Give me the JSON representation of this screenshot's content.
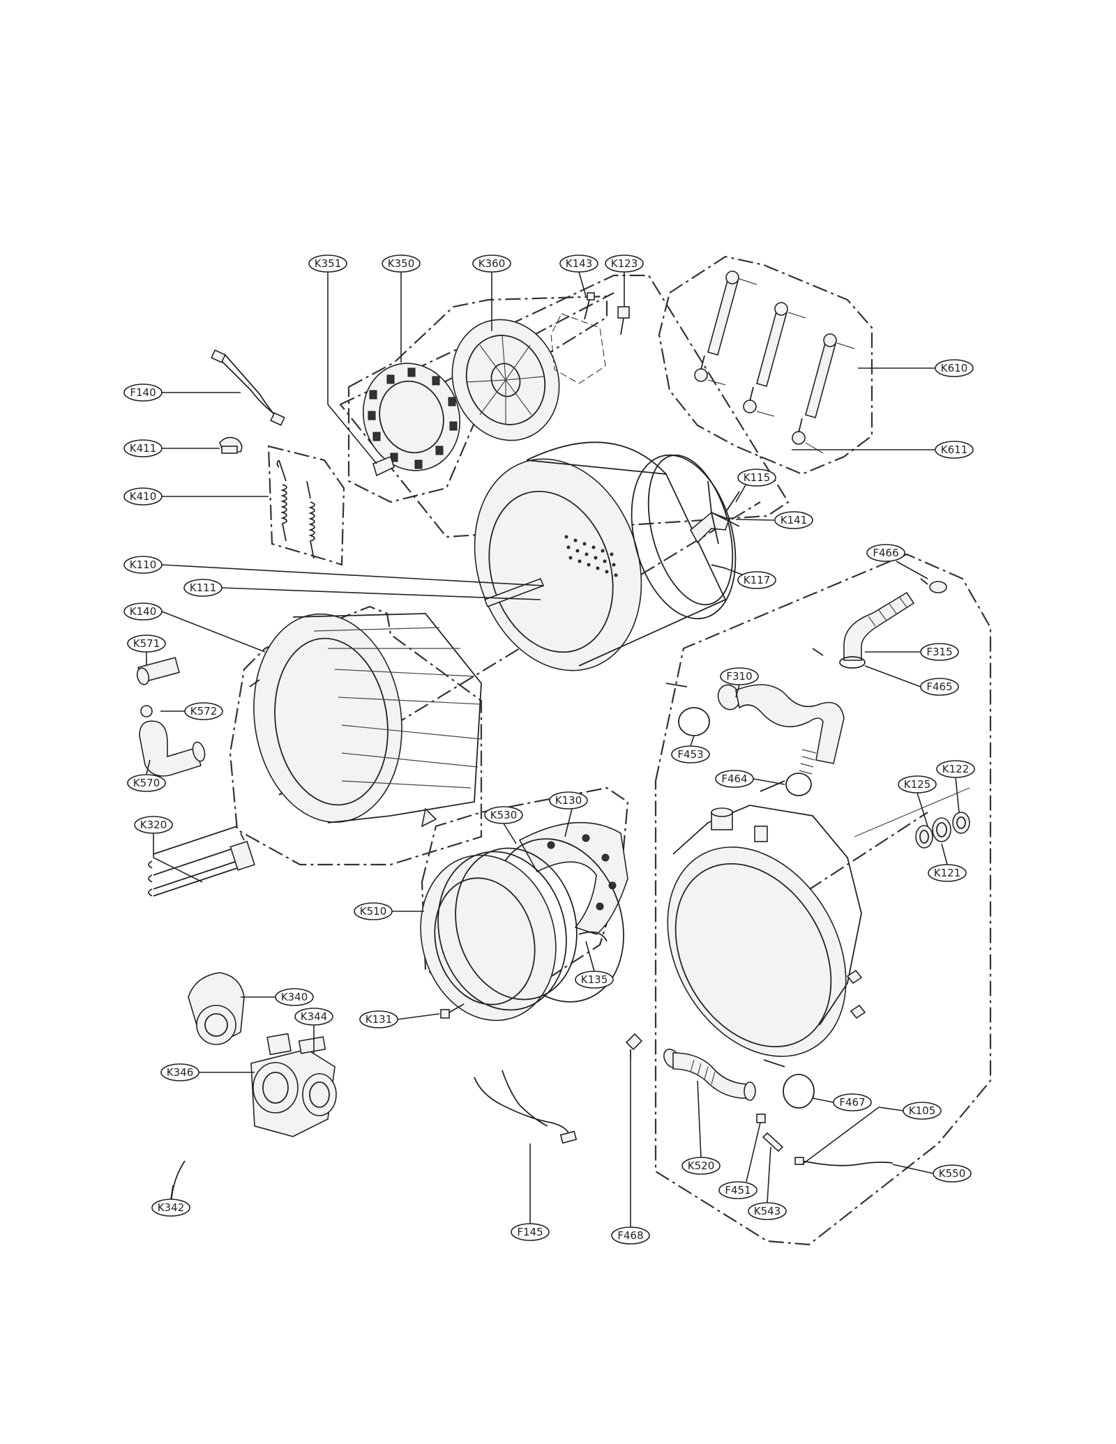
{
  "callouts": {
    "K351": "K351",
    "K350": "K350",
    "K360": "K360",
    "K143": "K143",
    "K123": "K123",
    "F140": "F140",
    "K411": "K411",
    "K410": "K410",
    "K610": "K610",
    "K611": "K611",
    "K115": "K115",
    "K141": "K141",
    "K110": "K110",
    "K111": "K111",
    "K117": "K117",
    "F466": "F466",
    "K140": "K140",
    "K571": "K571",
    "K572": "K572",
    "K570": "K570",
    "F315": "F315",
    "F310": "F310",
    "F465": "F465",
    "F453": "F453",
    "F464": "F464",
    "K122": "K122",
    "K125": "K125",
    "K121": "K121",
    "K320": "K320",
    "K530": "K530",
    "K130": "K130",
    "K510": "K510",
    "K135": "K135",
    "K340": "K340",
    "K344": "K344",
    "K131": "K131",
    "K346": "K346",
    "F467": "F467",
    "K105": "K105",
    "K520": "K520",
    "F451": "F451",
    "K543": "K543",
    "K550": "K550",
    "K342": "K342",
    "F145": "F145",
    "F468": "F468"
  }
}
